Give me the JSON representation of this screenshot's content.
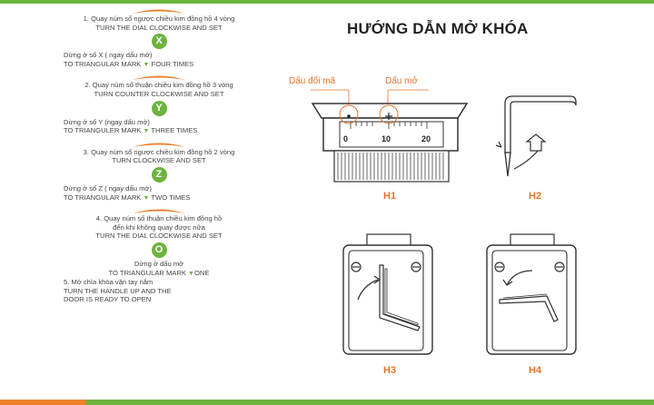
{
  "title": "HƯỚNG DẪN MỞ KHÓA",
  "steps": [
    {
      "line1": "1. Quay núm số ngược chiều kim đồng hồ 4 vòng",
      "line2": "TURN THE DIAL CLOCKWISE AND SET",
      "letter": "X",
      "line3": "Dừng ở số X ( ngay dấu mở)",
      "line4": "TO TRIANGULAR MARK",
      "line4b": "FOUR TIMES"
    },
    {
      "line1": "2. Quay núm số thuận chiều kim đồng hồ 3 vòng",
      "line2": "TURN COUNTER CLOCKWISE AND SET",
      "letter": "Y",
      "line3": "Dừng ở số Y (ngay dấu mở)",
      "line4": "TO TRIANGULER MARK",
      "line4b": "THREE TIMES"
    },
    {
      "line1": "3. Quay núm số ngược chiều kim đồng hồ 2 vòng",
      "line2": "TURN CLOCKWISE AND SET",
      "letter": "Z",
      "line3": "Dừng ở số Z ( ngay dấu mở)",
      "line4": "TO TRIANGULAR MARK",
      "line4b": "TWO TIMES"
    }
  ],
  "step4": {
    "line1": "4. Quay núm số thuận chiều kim đồng hồ",
    "line2": "đến khi không quay được nữa",
    "line3": "TURN THE DIAL CLOCKWISE AND SET",
    "letter": "O",
    "line4": "Dừng ở dấu mở",
    "line5": "TO TRIANGULAR MARK",
    "line5b": "ONE"
  },
  "step5": {
    "line1": "5. Mở chìa khóa vặn tay nắm",
    "line2": "TURN THE HANDLE UP AND THE",
    "line3": "DOOR IS READY TO OPEN"
  },
  "figures": {
    "h1": "H1",
    "h2": "H2",
    "h3": "H3",
    "h4": "H4",
    "annot_left": "Dấu đổi mã",
    "annot_right": "Dấu mở",
    "scale": [
      "0",
      "10",
      "20"
    ]
  },
  "colors": {
    "green": "#6cb33f",
    "orange": "#e8742a"
  }
}
